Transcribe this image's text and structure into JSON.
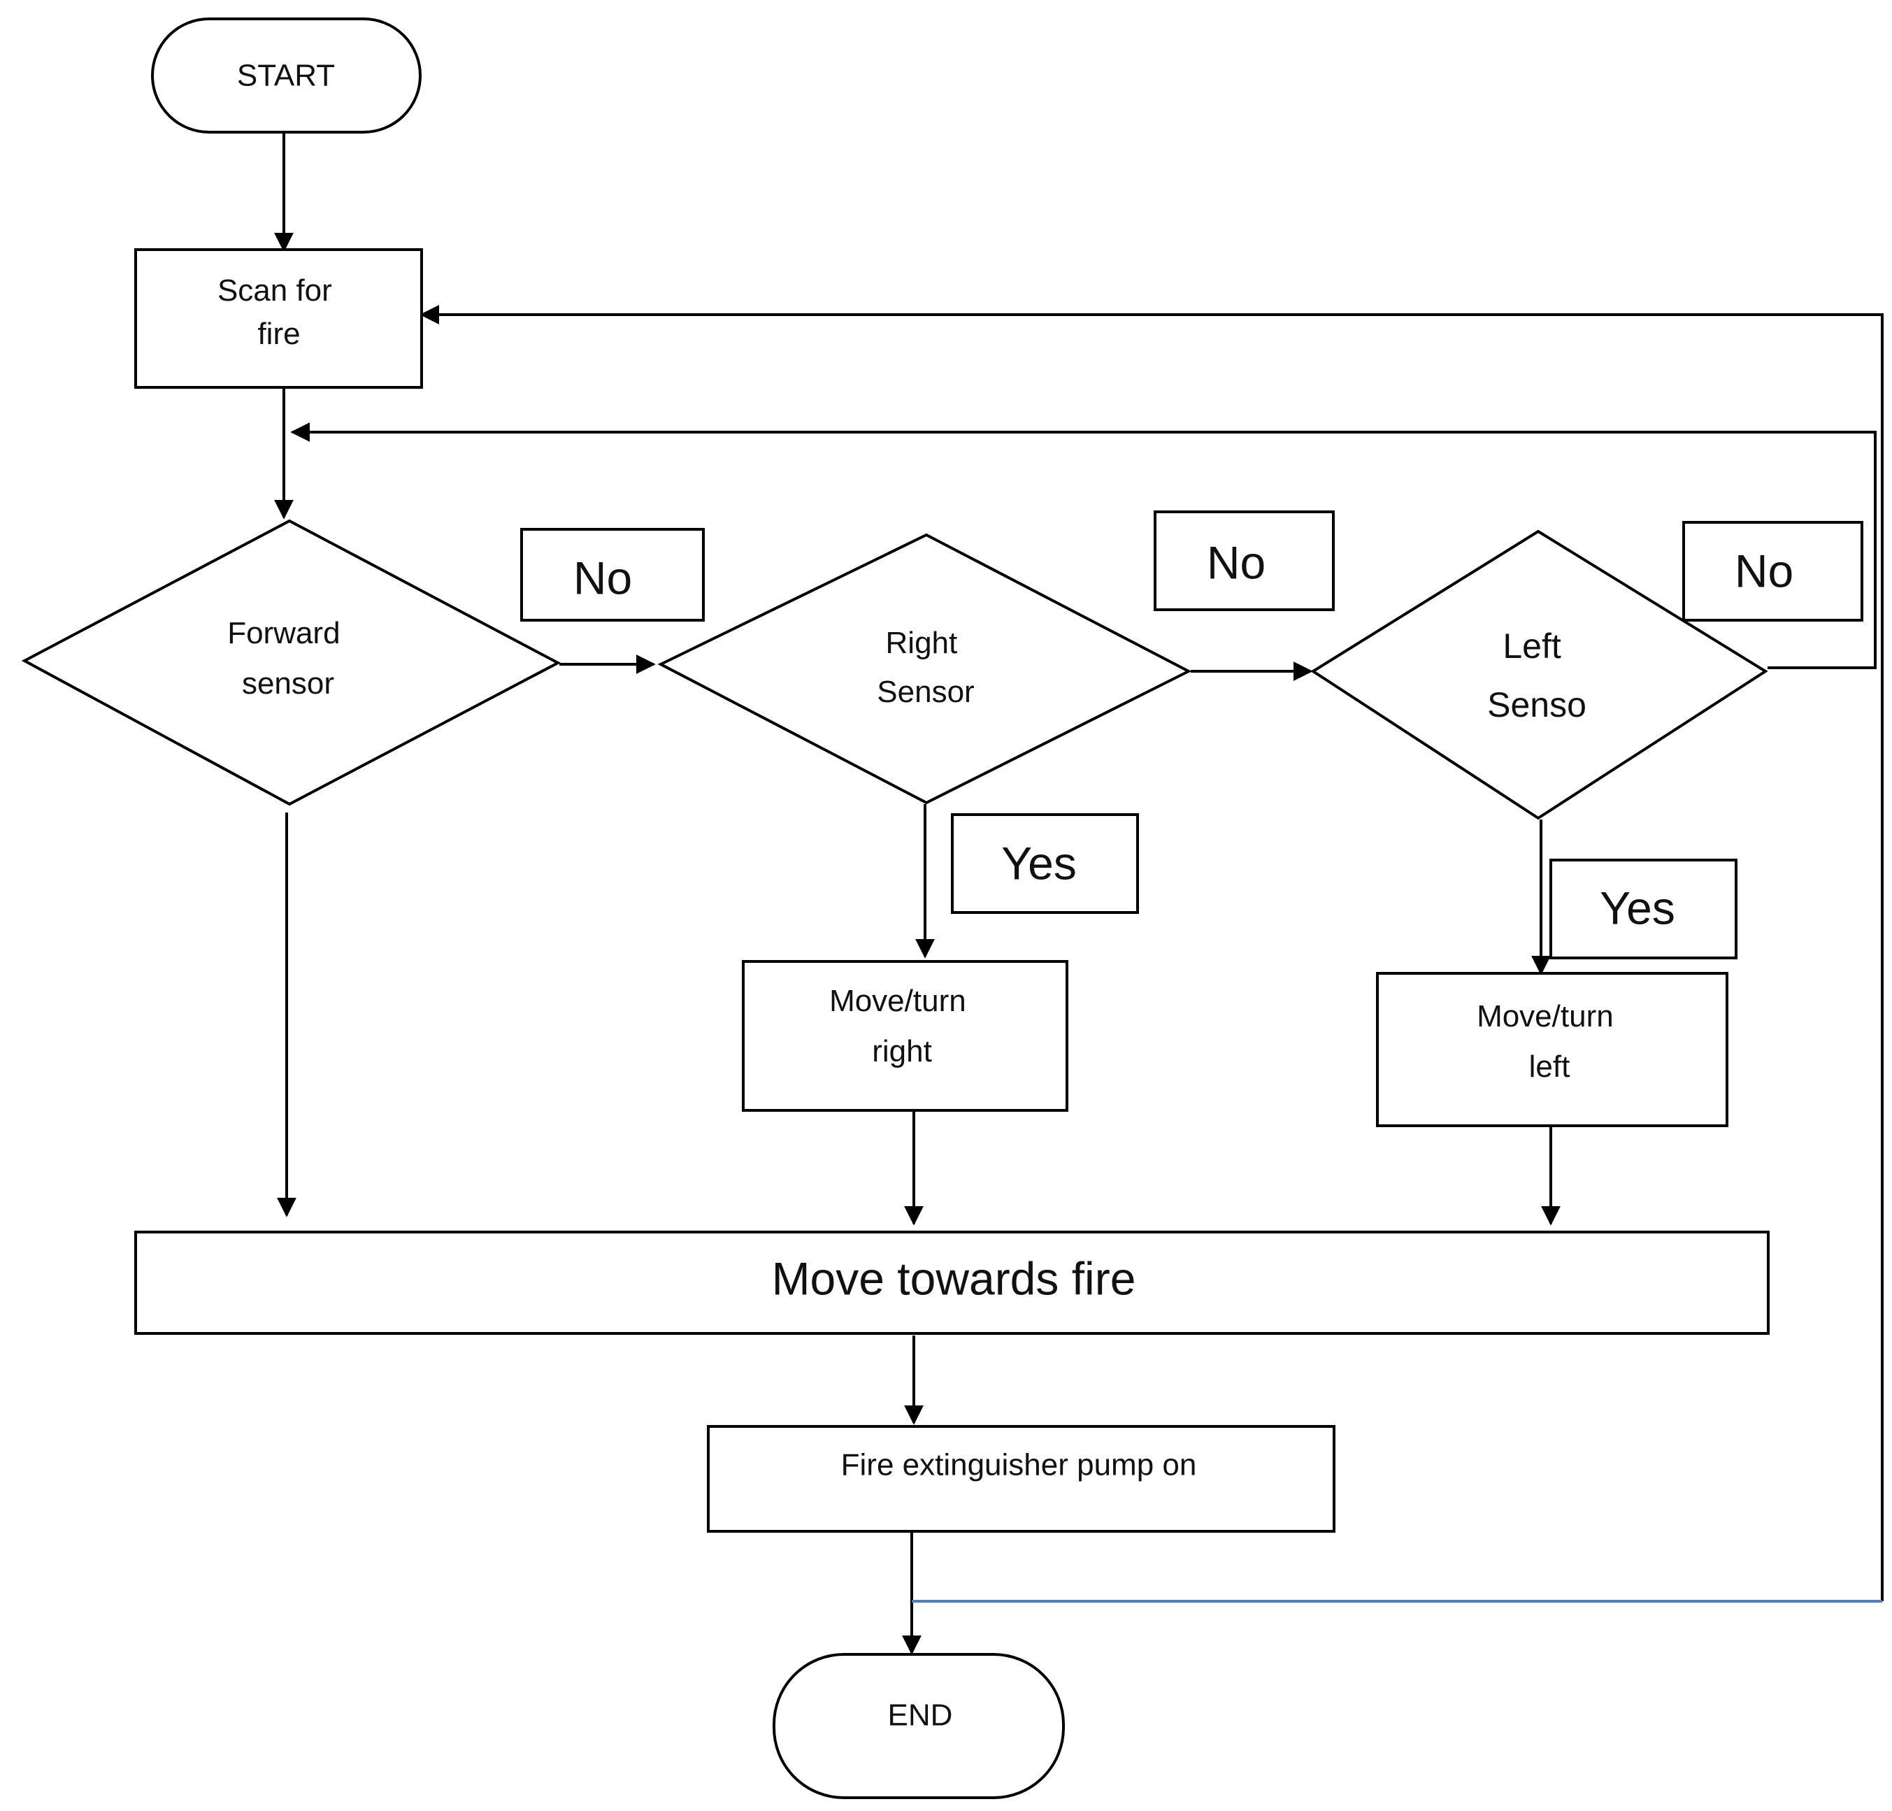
{
  "flowchart": {
    "start": "START",
    "scan": [
      "Scan for",
      "fire"
    ],
    "forward_sensor": [
      "Forward",
      "sensor"
    ],
    "right_sensor": [
      "Right",
      "Sensor"
    ],
    "left_sensor": [
      "Left",
      "Senso"
    ],
    "move_right": [
      "Move/turn",
      "right"
    ],
    "move_left": [
      "Move/turn",
      "left"
    ],
    "move_towards_fire": "Move towards fire",
    "pump_on": "Fire extinguisher pump on",
    "end": "END",
    "labels": {
      "no_forward": "No",
      "no_right": "No",
      "no_left": "No",
      "yes_right": "Yes",
      "yes_left": "Yes"
    }
  },
  "colors": {
    "stroke": "#000000",
    "feedback_line": "#4a7fc1"
  }
}
